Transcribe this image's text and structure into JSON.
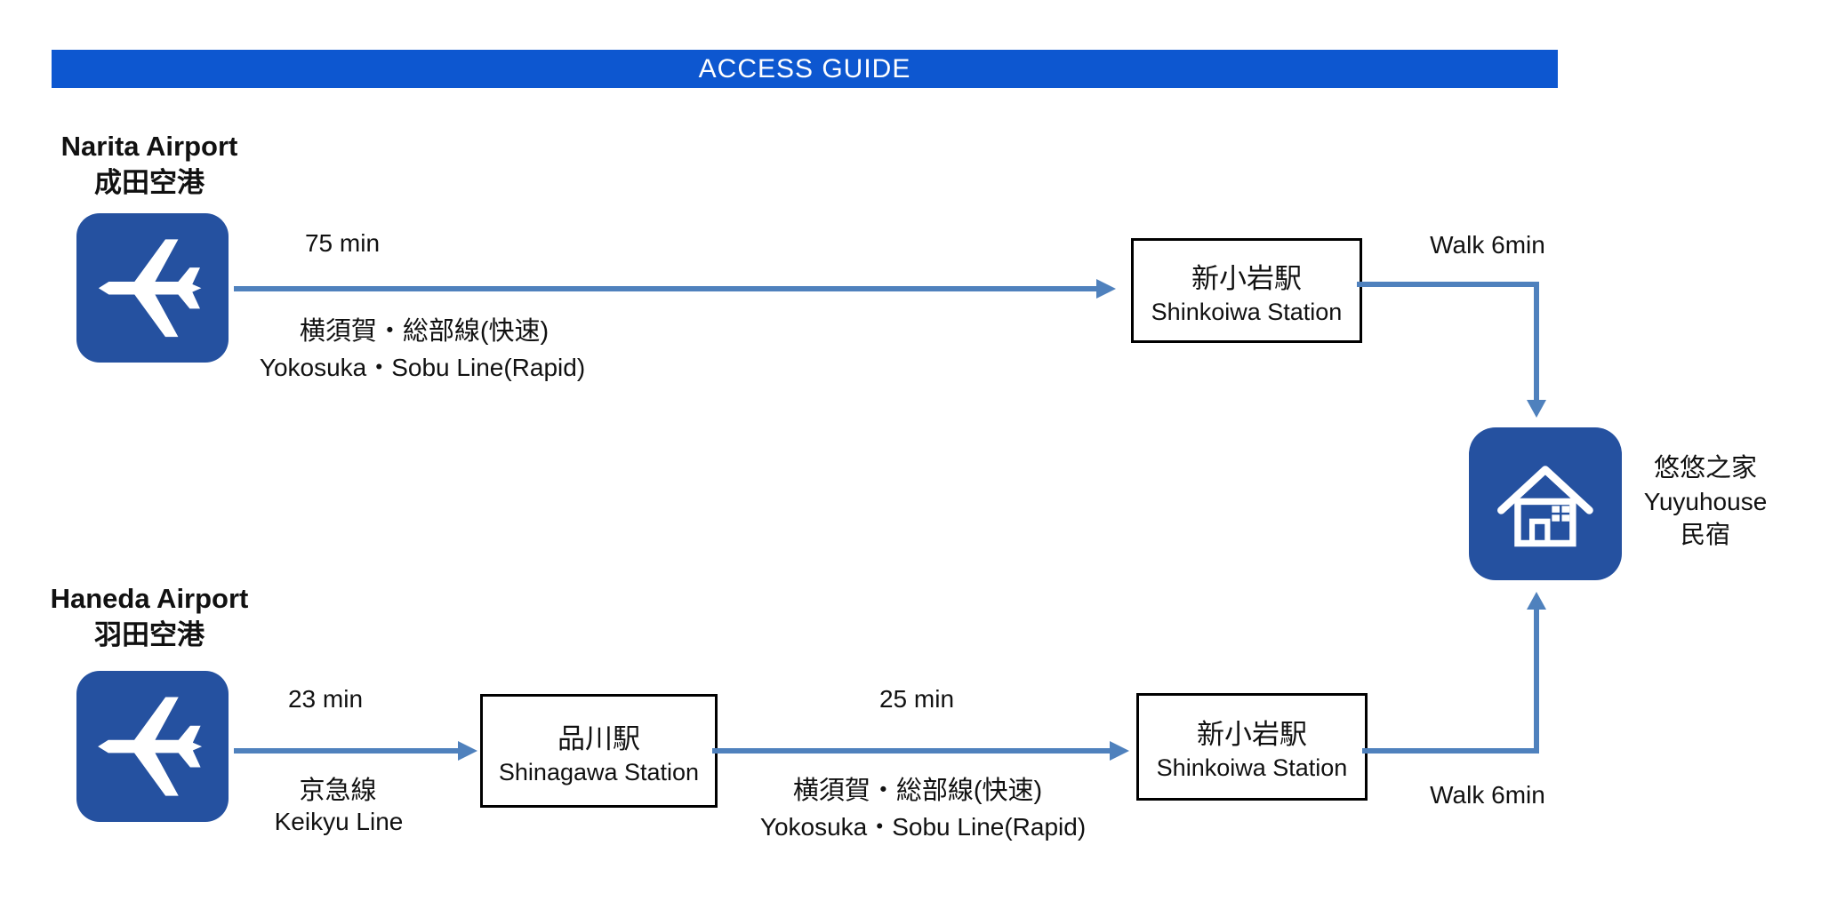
{
  "title_bar": {
    "label": "ACCESS GUIDE",
    "bg_color": "#0d57d0"
  },
  "colors": {
    "header_blue": "#0d57d0",
    "icon_blue": "#2551a0",
    "arrow_blue": "#4f81bd",
    "box_border": "#000000",
    "text": "#111111"
  },
  "icons": {
    "narita": "airplane-icon",
    "haneda": "airplane-icon",
    "destination": "house-icon"
  },
  "narita": {
    "title_en": "Narita Airport",
    "title_ja": "成田空港",
    "leg": {
      "duration": "75 min",
      "line_ja": "横須賀・総部線(快速)",
      "line_en": "Yokosuka・Sobu Line(Rapid)"
    },
    "station": {
      "ja": "新小岩駅",
      "en": "Shinkoiwa Station"
    },
    "walk": "Walk 6min"
  },
  "haneda": {
    "title_en": "Haneda Airport",
    "title_ja": "羽田空港",
    "leg1": {
      "duration": "23 min",
      "line_ja": "京急線",
      "line_en": "Keikyu Line"
    },
    "station1": {
      "ja": "品川駅",
      "en": "Shinagawa Station"
    },
    "leg2": {
      "duration": "25 min",
      "line_ja": "横須賀・総部線(快速)",
      "line_en": "Yokosuka・Sobu Line(Rapid)"
    },
    "station2": {
      "ja": "新小岩駅",
      "en": "Shinkoiwa Station"
    },
    "walk": "Walk 6min"
  },
  "destination": {
    "name_ja": "悠悠之家",
    "name_en": "Yuyuhouse",
    "category_ja": "民宿"
  }
}
